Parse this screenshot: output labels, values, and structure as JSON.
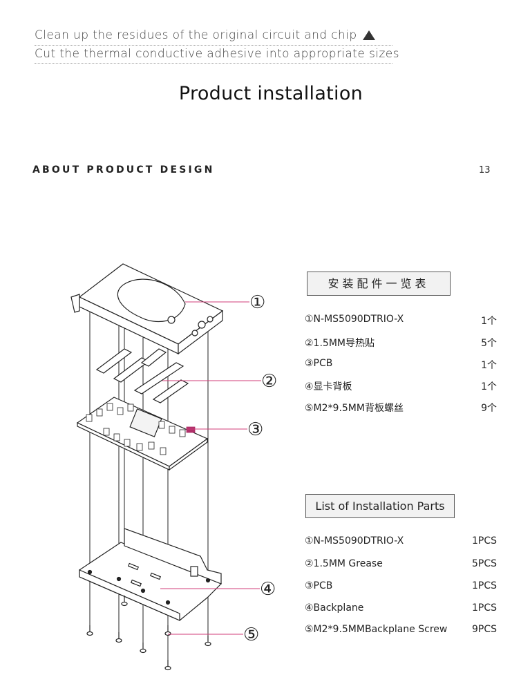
{
  "notes": [
    "Clean up the residues of the original circuit and chip",
    "Cut the thermal conductive adhesive into appropriate sizes"
  ],
  "title": "Product installation",
  "header": {
    "left": "ABOUT PRODUCT DESIGN",
    "page_number": "13"
  },
  "diagram": {
    "callouts": [
      "①",
      "②",
      "③",
      "④",
      "⑤"
    ]
  },
  "parts_cn": {
    "heading": "安装配件一览表",
    "items": [
      {
        "name": "①N-MS5090DTRIO-X",
        "qty": "1个"
      },
      {
        "name": "②1.5MM导热贴",
        "qty": "5个"
      },
      {
        "name": "③PCB",
        "qty": "1个"
      },
      {
        "name": "④显卡背板",
        "qty": "1个"
      },
      {
        "name": "⑤M2*9.5MM背板螺丝",
        "qty": "9个"
      }
    ]
  },
  "parts_en": {
    "heading": "List of Installation Parts",
    "items": [
      {
        "name": "①N-MS5090DTRIO-X",
        "qty": "1PCS"
      },
      {
        "name": "②1.5MM Grease",
        "qty": "5PCS"
      },
      {
        "name": "③PCB",
        "qty": "1PCS"
      },
      {
        "name": "④Backplane",
        "qty": "1PCS"
      },
      {
        "name": "⑤M2*9.5MMBackplane Screw",
        "qty": "9PCS"
      }
    ]
  },
  "colors": {
    "callout_line": "#d23c78"
  }
}
